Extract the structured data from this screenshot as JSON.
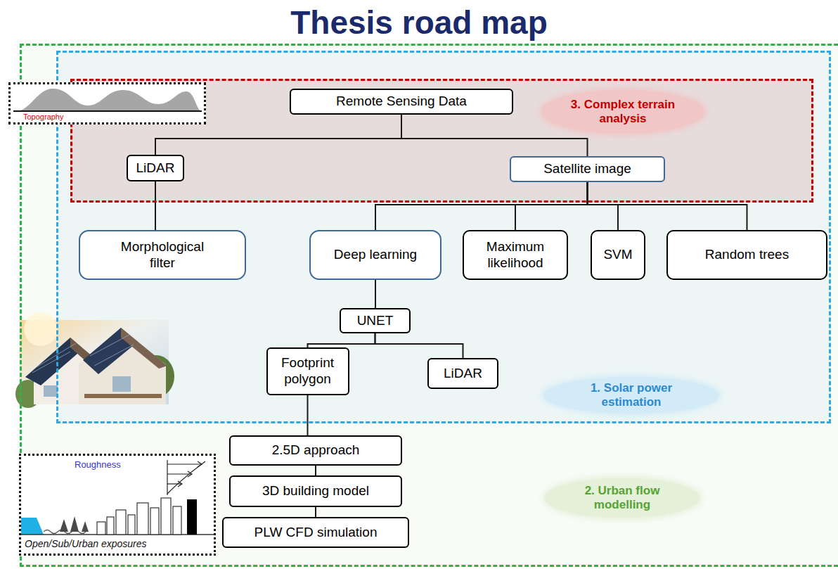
{
  "diagram": {
    "title": "Thesis road map",
    "nodes": [
      {
        "text": [
          "2. Urban flow modelling"
        ]
      },
      {
        "text": [
          "1. Solar power estimation"
        ],
        "in": 0
      },
      {
        "text": [
          "3. Complex terrain analysis"
        ],
        "in": 1
      },
      {
        "text": [
          "Remote Sensing Data"
        ],
        "in": 2
      },
      {
        "text": [
          "LiDAR"
        ],
        "in": 2
      },
      {
        "text": [
          "Satellite image"
        ],
        "in": 2
      },
      {
        "text": [
          "Morphological filter"
        ],
        "in": 1
      },
      {
        "text": [
          "Deep learning"
        ],
        "in": 1
      },
      {
        "text": [
          "Maximum likelihood"
        ],
        "in": 1
      },
      {
        "text": [
          "SVM"
        ],
        "in": 1
      },
      {
        "text": [
          "Random trees"
        ],
        "in": 1
      },
      {
        "text": [
          "UNET"
        ],
        "in": 1
      },
      {
        "text": [
          "Footprint polygon"
        ],
        "in": 1
      },
      {
        "text": [
          "LiDAR"
        ],
        "in": 1
      },
      {
        "text": [
          "2.5D approach"
        ],
        "in": 0
      },
      {
        "text": [
          "3D building model"
        ],
        "in": 0
      },
      {
        "text": [
          "PLW CFD simulation"
        ],
        "in": 0
      },
      {
        "text": [
          "Topography"
        ]
      },
      {
        "text": [
          "Roughness",
          "Open/Sub/Urban exposures"
        ]
      }
    ],
    "edges": [
      {
        "from": 3,
        "to": 4,
        "arrow": "none"
      },
      {
        "from": 3,
        "to": 5,
        "arrow": "none"
      },
      {
        "from": 4,
        "to": 6,
        "arrow": "none"
      },
      {
        "from": 5,
        "to": 7,
        "arrow": "none"
      },
      {
        "from": 5,
        "to": 8,
        "arrow": "none"
      },
      {
        "from": 5,
        "to": 9,
        "arrow": "none"
      },
      {
        "from": 5,
        "to": 10,
        "arrow": "none"
      },
      {
        "from": 7,
        "to": 11,
        "arrow": "none"
      },
      {
        "from": 11,
        "to": 12,
        "arrow": "none"
      },
      {
        "from": 11,
        "to": 13,
        "arrow": "none"
      },
      {
        "from": 12,
        "to": 14,
        "arrow": "none"
      },
      {
        "from": 14,
        "to": 15,
        "arrow": "none"
      },
      {
        "from": 15,
        "to": 16,
        "arrow": "none"
      }
    ]
  }
}
